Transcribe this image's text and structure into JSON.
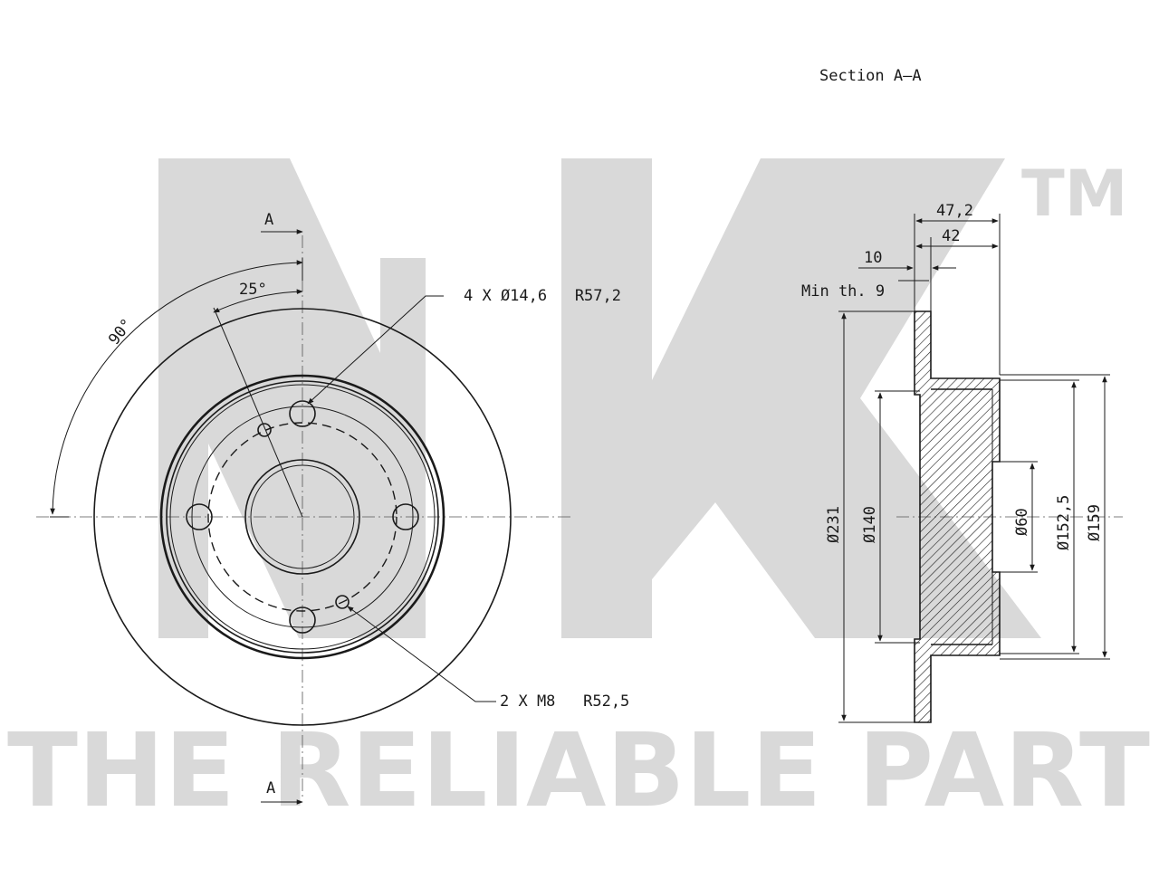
{
  "watermark": {
    "logo_letters": "NK",
    "trademark": "TM",
    "slogan": "THE RELIABLE PART",
    "color": "#d9d9d9"
  },
  "front_view": {
    "section_marker_top": "A",
    "section_marker_bottom": "A",
    "angle_90": "90°",
    "angle_25": "25°",
    "bolt_holes_callout": "4 X Ø14,6   R57,2",
    "threaded_holes_callout": "2 X M8   R52,5"
  },
  "section_view": {
    "title": "Section A–A",
    "dim_47_2": "47,2",
    "dim_42": "42",
    "dim_10": "10",
    "min_thickness": "Min th. 9",
    "dia_231": "Ø231",
    "dia_140": "Ø140",
    "dia_60": "Ø60",
    "dia_152_5": "Ø152,5",
    "dia_159": "Ø159"
  },
  "colors": {
    "ink": "#1a1a1a",
    "watermark": "#d9d9d9"
  }
}
